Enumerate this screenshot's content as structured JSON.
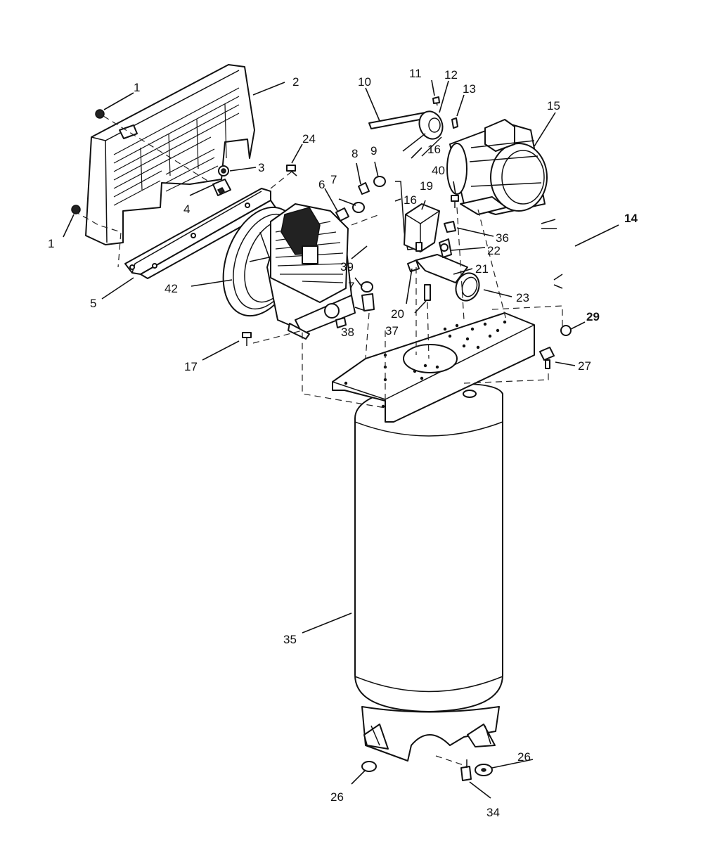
{
  "diagram": {
    "callouts": [
      {
        "id": "c1a",
        "text": "1"
      },
      {
        "id": "c1b",
        "text": "1"
      },
      {
        "id": "c2",
        "text": "2"
      },
      {
        "id": "c3",
        "text": "3"
      },
      {
        "id": "c4",
        "text": "4"
      },
      {
        "id": "c5",
        "text": "5"
      },
      {
        "id": "c6",
        "text": "6"
      },
      {
        "id": "c7a",
        "text": "7"
      },
      {
        "id": "c7b",
        "text": "7"
      },
      {
        "id": "c8",
        "text": "8"
      },
      {
        "id": "c9",
        "text": "9"
      },
      {
        "id": "c10",
        "text": "10"
      },
      {
        "id": "c11",
        "text": "11"
      },
      {
        "id": "c12",
        "text": "12"
      },
      {
        "id": "c13",
        "text": "13"
      },
      {
        "id": "c14",
        "text": "14"
      },
      {
        "id": "c15",
        "text": "15"
      },
      {
        "id": "c16a",
        "text": "16"
      },
      {
        "id": "c16b",
        "text": "16"
      },
      {
        "id": "c17",
        "text": "17"
      },
      {
        "id": "c19",
        "text": "19"
      },
      {
        "id": "c20",
        "text": "20"
      },
      {
        "id": "c21",
        "text": "21"
      },
      {
        "id": "c22",
        "text": "22"
      },
      {
        "id": "c23",
        "text": "23"
      },
      {
        "id": "c24",
        "text": "24"
      },
      {
        "id": "c26a",
        "text": "26"
      },
      {
        "id": "c26b",
        "text": "26"
      },
      {
        "id": "c27",
        "text": "27"
      },
      {
        "id": "c29",
        "text": "29"
      },
      {
        "id": "c34",
        "text": "34"
      },
      {
        "id": "c35",
        "text": "35"
      },
      {
        "id": "c36",
        "text": "36"
      },
      {
        "id": "c37",
        "text": "37"
      },
      {
        "id": "c38",
        "text": "38"
      },
      {
        "id": "c39",
        "text": "39"
      },
      {
        "id": "c40",
        "text": "40"
      },
      {
        "id": "c42",
        "text": "42"
      }
    ]
  }
}
